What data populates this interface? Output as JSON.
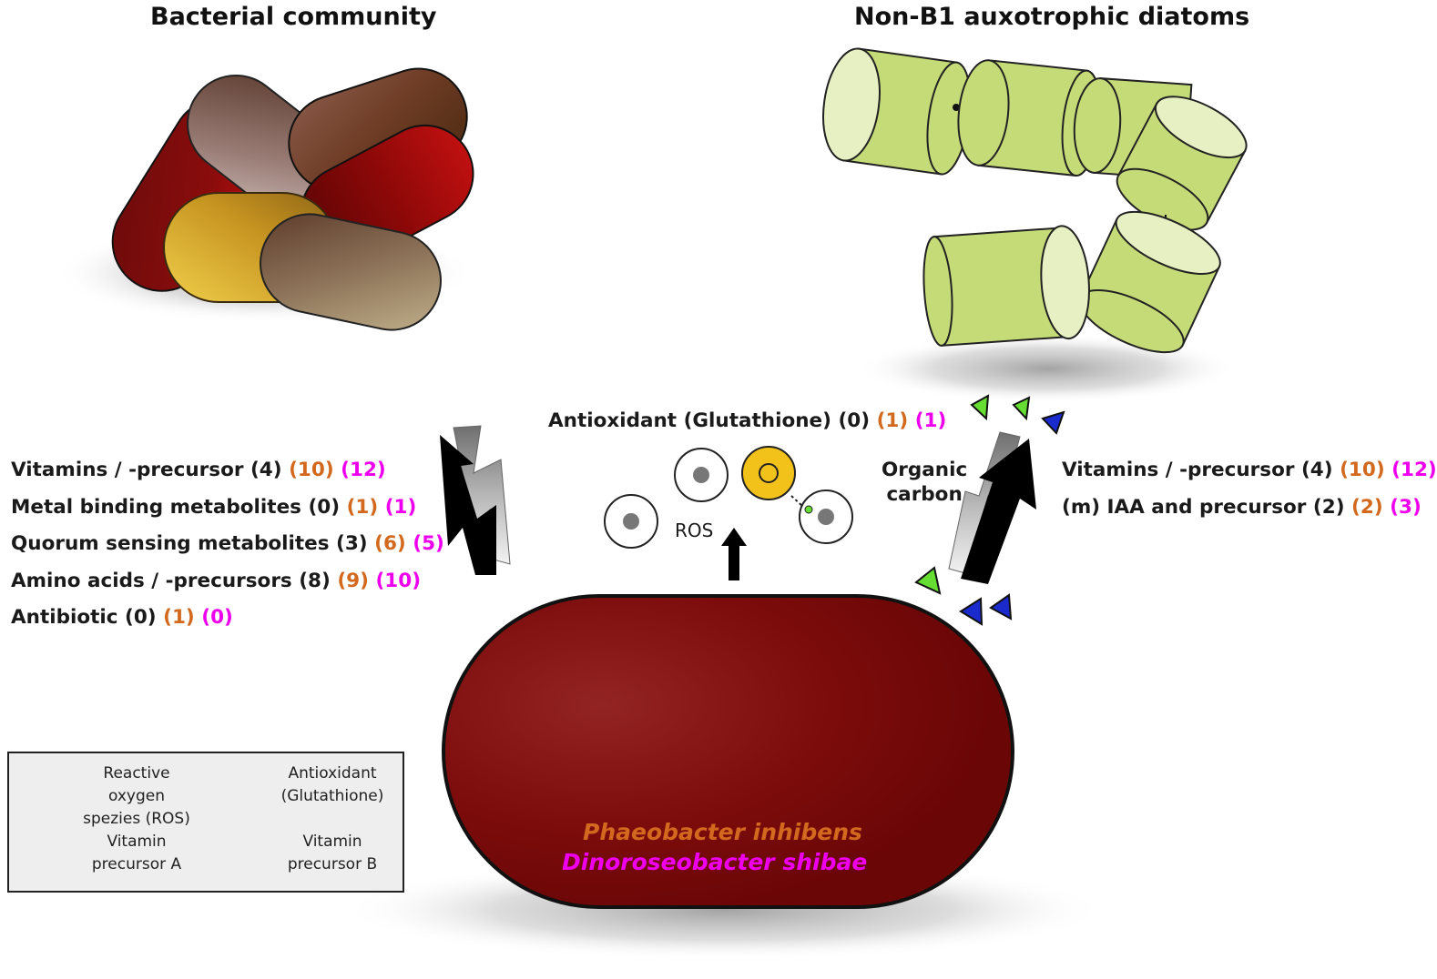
{
  "titles": {
    "bacteria": "Bacterial community",
    "diatoms": "Non-B1 auxotrophic diatoms"
  },
  "left_list": [
    {
      "label": "Vitamins / -precursor",
      "a": "(4)",
      "b": "(10)",
      "c": "(12)"
    },
    {
      "label": "Metal binding metabolites",
      "a": "(0)",
      "b": "(1)",
      "c": "(1)"
    },
    {
      "label": "Quorum sensing metabolites",
      "a": "(3)",
      "b": "(6)",
      "c": "(5)"
    },
    {
      "label": "Amino acids / -precursors",
      "a": "(8)",
      "b": "(9)",
      "c": "(10)"
    },
    {
      "label": "Antibiotic",
      "a": "(0)",
      "b": "(1)",
      "c": "(0)"
    }
  ],
  "right_list": [
    {
      "label": "Vitamins / -precursor",
      "a": "(4)",
      "b": "(10)",
      "c": "(12)"
    },
    {
      "label": "(m) IAA and precursor",
      "a": "(2)",
      "b": "(2)",
      "c": "(3)"
    }
  ],
  "antioxidant": {
    "label": "Antioxidant (Glutathione)",
    "a": "(0)",
    "b": "(1)",
    "c": "(1)"
  },
  "ros_label": "ROS",
  "organic_carbon": {
    "line1": "Organic",
    "line2": "carbon"
  },
  "cell": {
    "name1": "Phaeobacter inhibens",
    "name2": "Dinoroseobacter shibae"
  },
  "legend": {
    "ros_1": "Reactive oxygen",
    "ros_2": "spezies (ROS)",
    "anti_1": "Antioxidant",
    "anti_2": "(Glutathione)",
    "vita_1": "Vitamin",
    "vita_2": "precursor A",
    "vitb_1": "Vitamin",
    "vitb_2": "precursor B"
  },
  "colors": {
    "count_1": "#1a1a1a",
    "count_2": "#d2691e",
    "count_3": "#ee00ee",
    "cell_fill": "#7c0b0b",
    "diatom_fill": "#c6dc7a",
    "precursor_a": "#66dd33",
    "precursor_b": "#1a2acc",
    "ros_fill": "#f2c21b"
  }
}
